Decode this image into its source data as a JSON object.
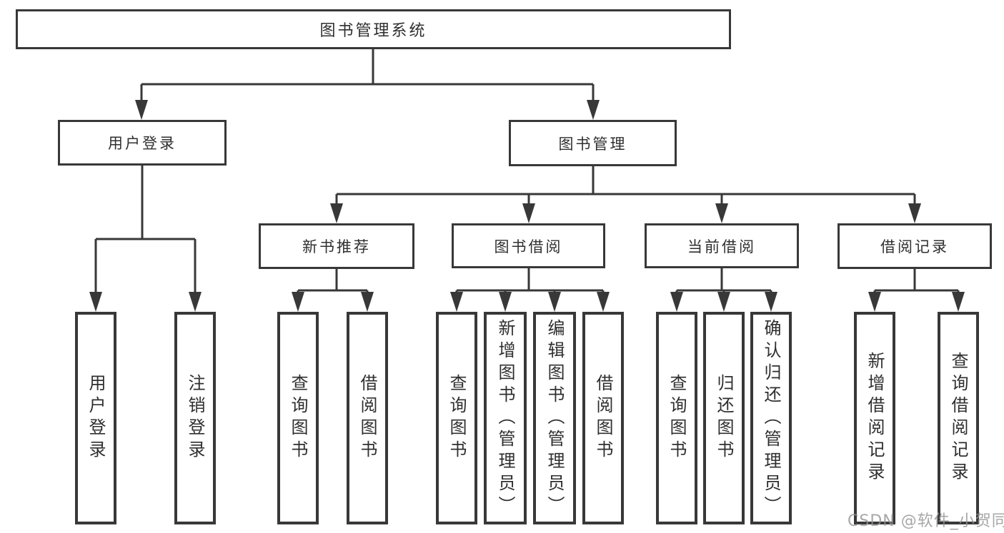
{
  "nodes": {
    "root": "图书管理系统",
    "l2": [
      "用户登录",
      "图书管理"
    ],
    "l3": [
      "新书推荐",
      "图书借阅",
      "当前借阅",
      "借阅记录"
    ],
    "leaves": [
      "用户登录",
      "注销登录",
      "查询图书",
      "借阅图书",
      "查询图书",
      "新增图书（管理员）",
      "编辑图书（管理员）",
      "借阅图书",
      "查询图书",
      "归还图书",
      "确认归还（管理员）",
      "新增借阅记录",
      "查询借阅记录"
    ]
  },
  "watermark": "CSDN @软件_小贺同学",
  "colors": {
    "line": "#383838",
    "text": "#2f2f2f",
    "background": "#ffffff",
    "watermark": "#949494"
  }
}
